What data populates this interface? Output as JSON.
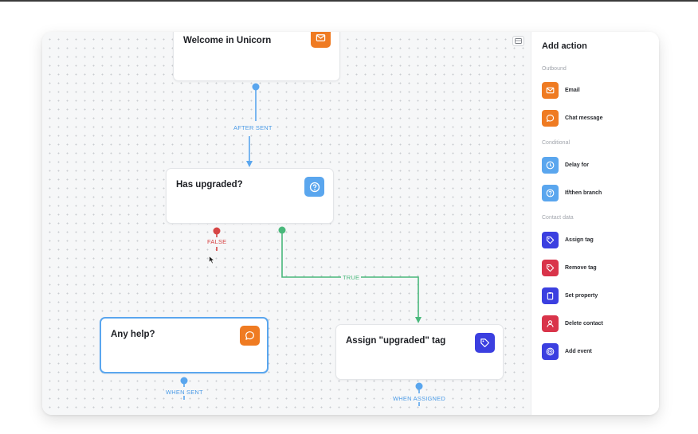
{
  "colors": {
    "orange": "#ef7b22",
    "light_blue": "#5aa6ee",
    "indigo": "#3b3fe0",
    "red": "#d9344a",
    "edge_blue": "#5aa6ee",
    "edge_red": "#d64545",
    "edge_green": "#49b87b"
  },
  "canvas": {
    "nodes": [
      {
        "title": "Welcome in Unicorn",
        "icon": "mail-icon"
      },
      {
        "title": "Has upgraded?",
        "icon": "question-icon"
      },
      {
        "title": "Any help?",
        "icon": "chat-icon"
      },
      {
        "title": "Assign \"upgraded\" tag",
        "icon": "tag-icon"
      }
    ],
    "edge_labels": {
      "after_sent": "AFTER SENT",
      "false_label": "FALSE",
      "true_label": "TRUE",
      "when_sent": "WHEN SENT",
      "when_assigned": "WHEN ASSIGNED"
    }
  },
  "panel": {
    "title": "Add action",
    "sections": [
      {
        "name": "Outbound",
        "items": [
          {
            "label": "Email",
            "icon": "mail-icon"
          },
          {
            "label": "Chat message",
            "icon": "chat-icon"
          }
        ]
      },
      {
        "name": "Conditional",
        "items": [
          {
            "label": "Delay for",
            "icon": "clock-icon"
          },
          {
            "label": "If/then branch",
            "icon": "question-icon"
          }
        ]
      },
      {
        "name": "Contact data",
        "items": [
          {
            "label": "Assign tag",
            "icon": "tag-icon"
          },
          {
            "label": "Remove tag",
            "icon": "tag-icon"
          },
          {
            "label": "Set property",
            "icon": "clipboard-icon"
          },
          {
            "label": "Delete contact",
            "icon": "user-icon"
          },
          {
            "label": "Add event",
            "icon": "target-icon"
          }
        ]
      }
    ]
  }
}
